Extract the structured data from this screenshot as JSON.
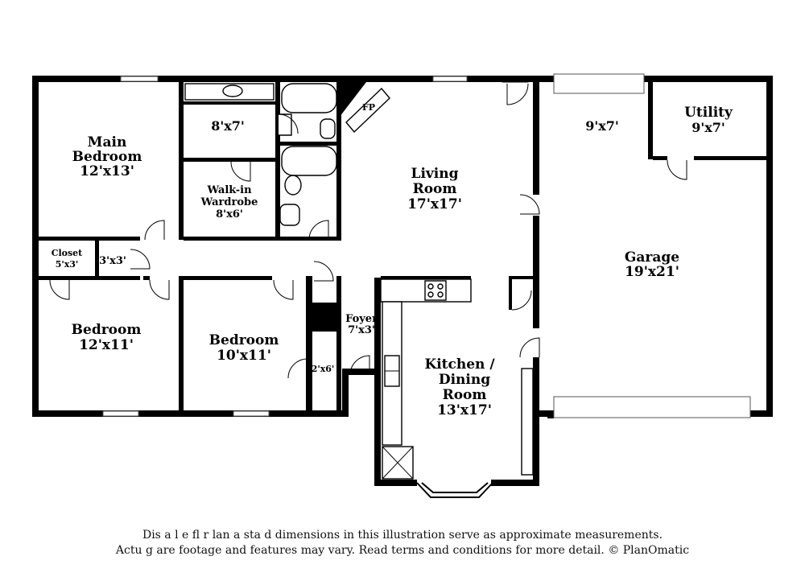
{
  "rooms": {
    "main_bedroom": {
      "name_1": "Main",
      "name_2": "Bedroom",
      "size": "12'x13'"
    },
    "main_bath": {
      "size": "8'x7'"
    },
    "walk_in": {
      "name_1": "Walk-in",
      "name_2": "Wardrobe",
      "size": "8'x6'"
    },
    "fireplace": {
      "label": "FP"
    },
    "living_room": {
      "name_1": "Living",
      "name_2": "Room",
      "size": "17'x17'"
    },
    "storage": {
      "size": "9'x7'"
    },
    "utility": {
      "name": "Utility",
      "size": "9'x7'"
    },
    "garage": {
      "name": "Garage",
      "size": "19'x21'"
    },
    "closet_left": {
      "name": "Closet",
      "size": "5'x3'"
    },
    "closet_small": {
      "size": "3'x3'"
    },
    "bedroom_2": {
      "name": "Bedroom",
      "size": "12'x11'"
    },
    "bedroom_3": {
      "name": "Bedroom",
      "size": "10'x11'"
    },
    "closet_hall": {
      "size": "2'x6'"
    },
    "foyer": {
      "name": "Foyer",
      "size": "7'x3'"
    },
    "kitchen": {
      "name_1": "Kitchen /",
      "name_2": "Dining",
      "name_3": "Room",
      "size": "13'x17'"
    }
  },
  "disclaimer": {
    "line_1": "Dis  a      l e fl   r   lan a   sta   d dimensions in this illustration serve as approximate measurements.",
    "line_2": "Actu    g  are footage and features may vary. Read terms and conditions for more detail. © PlanOmatic"
  }
}
